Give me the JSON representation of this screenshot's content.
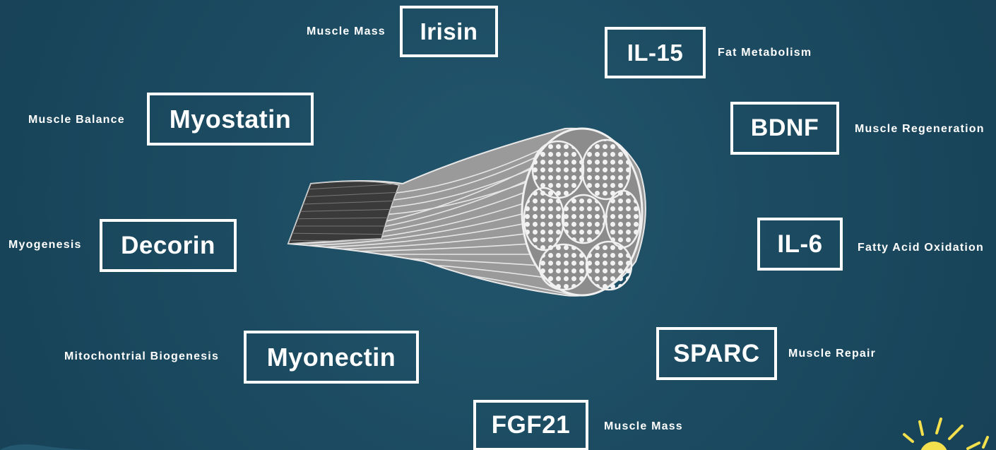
{
  "diagram": {
    "myokines": [
      {
        "id": "irisin",
        "name": "Irisin",
        "function": "Muscle Mass"
      },
      {
        "id": "il15",
        "name": "IL-15",
        "function": "Fat Metabolism"
      },
      {
        "id": "myostatin",
        "name": "Myostatin",
        "function": "Muscle Balance"
      },
      {
        "id": "bdnf",
        "name": "BDNF",
        "function": "Muscle Regeneration"
      },
      {
        "id": "decorin",
        "name": "Decorin",
        "function": "Myogenesis"
      },
      {
        "id": "il6",
        "name": "IL-6",
        "function": "Fatty Acid Oxidation"
      },
      {
        "id": "myonectin",
        "name": "Myonectin",
        "function": "Mitochontrial Biogenesis"
      },
      {
        "id": "sparc",
        "name": "SPARC",
        "function": "Muscle Repair"
      },
      {
        "id": "fgf21",
        "name": "FGF21",
        "function": "Muscle Mass"
      }
    ]
  },
  "colors": {
    "background": "#1d4d64",
    "box_border": "#ffffff",
    "text": "#ffffff",
    "sun": "#f4e04d"
  },
  "icons": {
    "center": "muscle-fiber-illustration",
    "corner": "sun-icon"
  }
}
